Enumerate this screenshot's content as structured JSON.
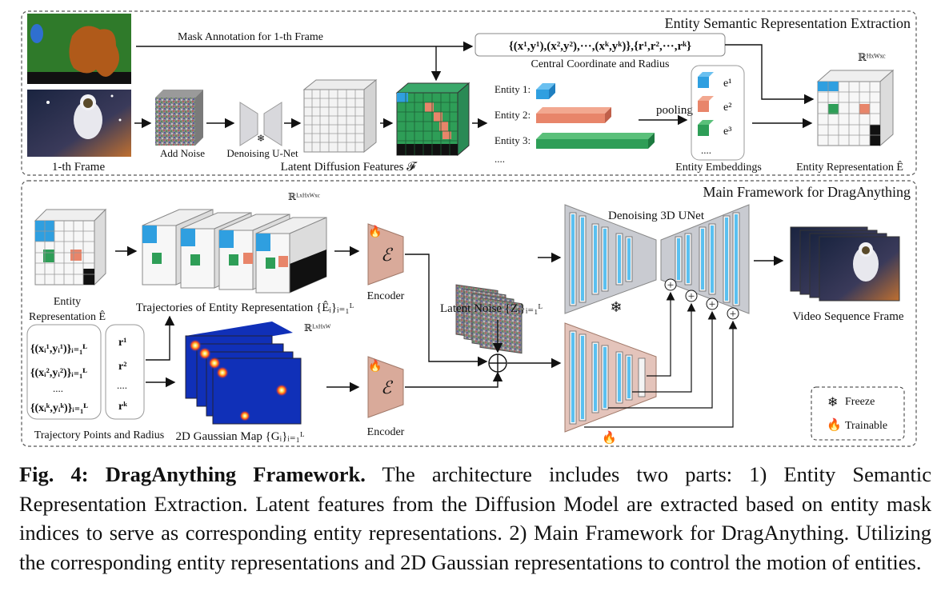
{
  "figure": {
    "section_top_title": "Entity Semantic Representation Extraction",
    "section_bottom_title": "Main Framework for DragAnything",
    "top": {
      "mask_annotation": "Mask Annotation for 1-th Frame",
      "coord_set": "{(x¹,y¹),(x²,y²),···,(xᵏ,yᵏ)},{r¹,r²,···,rᵏ}",
      "coord_caption": "Central Coordinate and Radius",
      "first_frame": "1-th Frame",
      "add_noise": "Add Noise",
      "denoising_unet": "Denoising U-Net",
      "latent_features": "Latent Diffusion Features 𝓕",
      "entity_1": "Entity 1:",
      "entity_2": "Entity 2:",
      "entity_3": "Entity 3:",
      "entity_more": "....",
      "pooling": "pooling",
      "emb_1": "e¹",
      "emb_2": "e²",
      "emb_3": "e³",
      "emb_more": "....",
      "entity_embeddings": "Entity Embeddings",
      "entity_representation": "Entity Representation Ê",
      "dim_label": "ℝᴴˣᵂˣᶜ"
    },
    "bottom": {
      "entity_rep_line1": "Entity",
      "entity_rep_line2": "Representation Ê",
      "trajectories": "Trajectories of Entity Representation {Êᵢ}ᵢ₌₁ᴸ",
      "dim_lhwc": "ℝᴸˣᴴˣᵂˣᶜ",
      "encoder_symbol": "ℰ",
      "encoder": "Encoder",
      "latent_noise": "Latent Noise {Zᵢ}ᵢ₌₁ᴸ",
      "denoising_3d_unet": "Denoising 3D UNet",
      "video_frame": "Video Sequence Frame",
      "traj_1": "{(xᵢ¹,yᵢ¹)}ᵢ₌₁ᴸ",
      "traj_2": "{(xᵢ²,yᵢ²)}ᵢ₌₁ᴸ",
      "traj_dots": "....",
      "traj_k": "{(xᵢᵏ,yᵢᵏ)}ᵢ₌₁ᴸ",
      "r_1": "r¹",
      "r_2": "r²",
      "r_dots": "....",
      "r_k": "rᵏ",
      "traj_points": "Trajectory Points and Radius",
      "gaussian_map": "2D Gaussian Map {Gᵢ}ᵢ₌₁ᴸ",
      "dim_lhw": "ℝᴸˣᴴˣᵂ",
      "legend_freeze": "Freeze",
      "legend_trainable": "Trainable"
    }
  },
  "caption": {
    "label": "Fig. 4: DragAnything Framework.",
    "text": " The architecture includes two parts: 1) Entity Semantic Representation Extraction. Latent features from the Diffusion Model are extracted based on entity mask indices to serve as corresponding entity representations. 2) Main Framework for DragAnything. Utilizing the corresponding entity representations and 2D Gaussian representations to control the motion of entities."
  },
  "colors": {
    "green": "#2e9e57",
    "orange": "#e8856a",
    "blue": "#2f9fe0",
    "encoder": "#d9aa9a",
    "unet_body": "#c9cbd1",
    "unet_pink": "#e4c4bb",
    "gaussian_bg": "#1030b8"
  }
}
